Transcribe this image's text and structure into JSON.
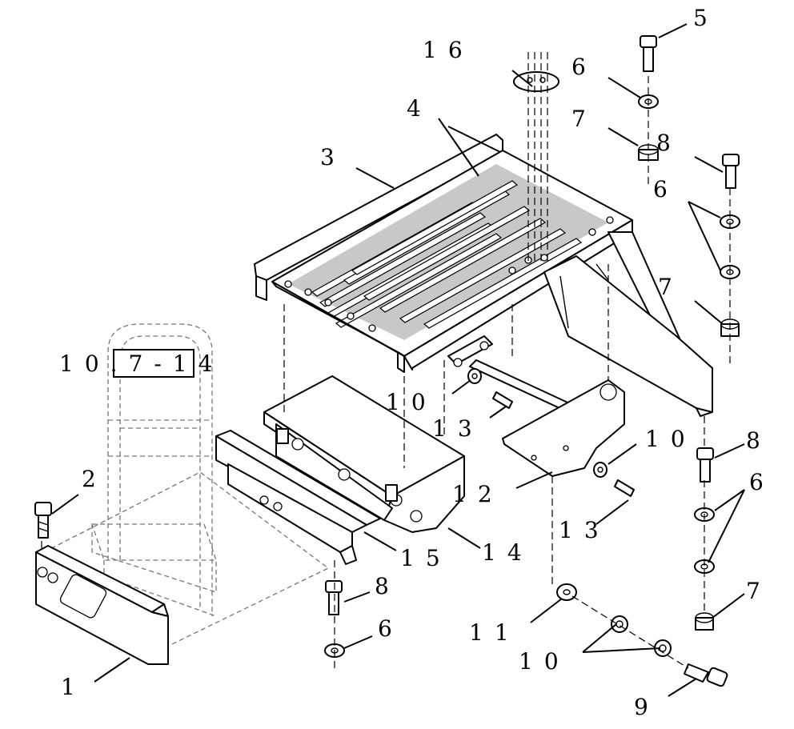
{
  "reference": "10.7-14",
  "callouts": {
    "c1": "1",
    "c2": "2",
    "c3": "3",
    "c4": "4",
    "c5": "5",
    "c6a": "6",
    "c6b": "6",
    "c6c": "6",
    "c6d": "6",
    "c7a": "7",
    "c7b": "7",
    "c7c": "7",
    "c8a": "8",
    "c8b": "8",
    "c8c": "8",
    "c9": "9",
    "c10a": "10",
    "c10b": "10",
    "c10c": "10",
    "c11": "11",
    "c12": "12",
    "c13a": "13",
    "c13b": "13",
    "c14": "14",
    "c15": "15",
    "c16": "16"
  }
}
